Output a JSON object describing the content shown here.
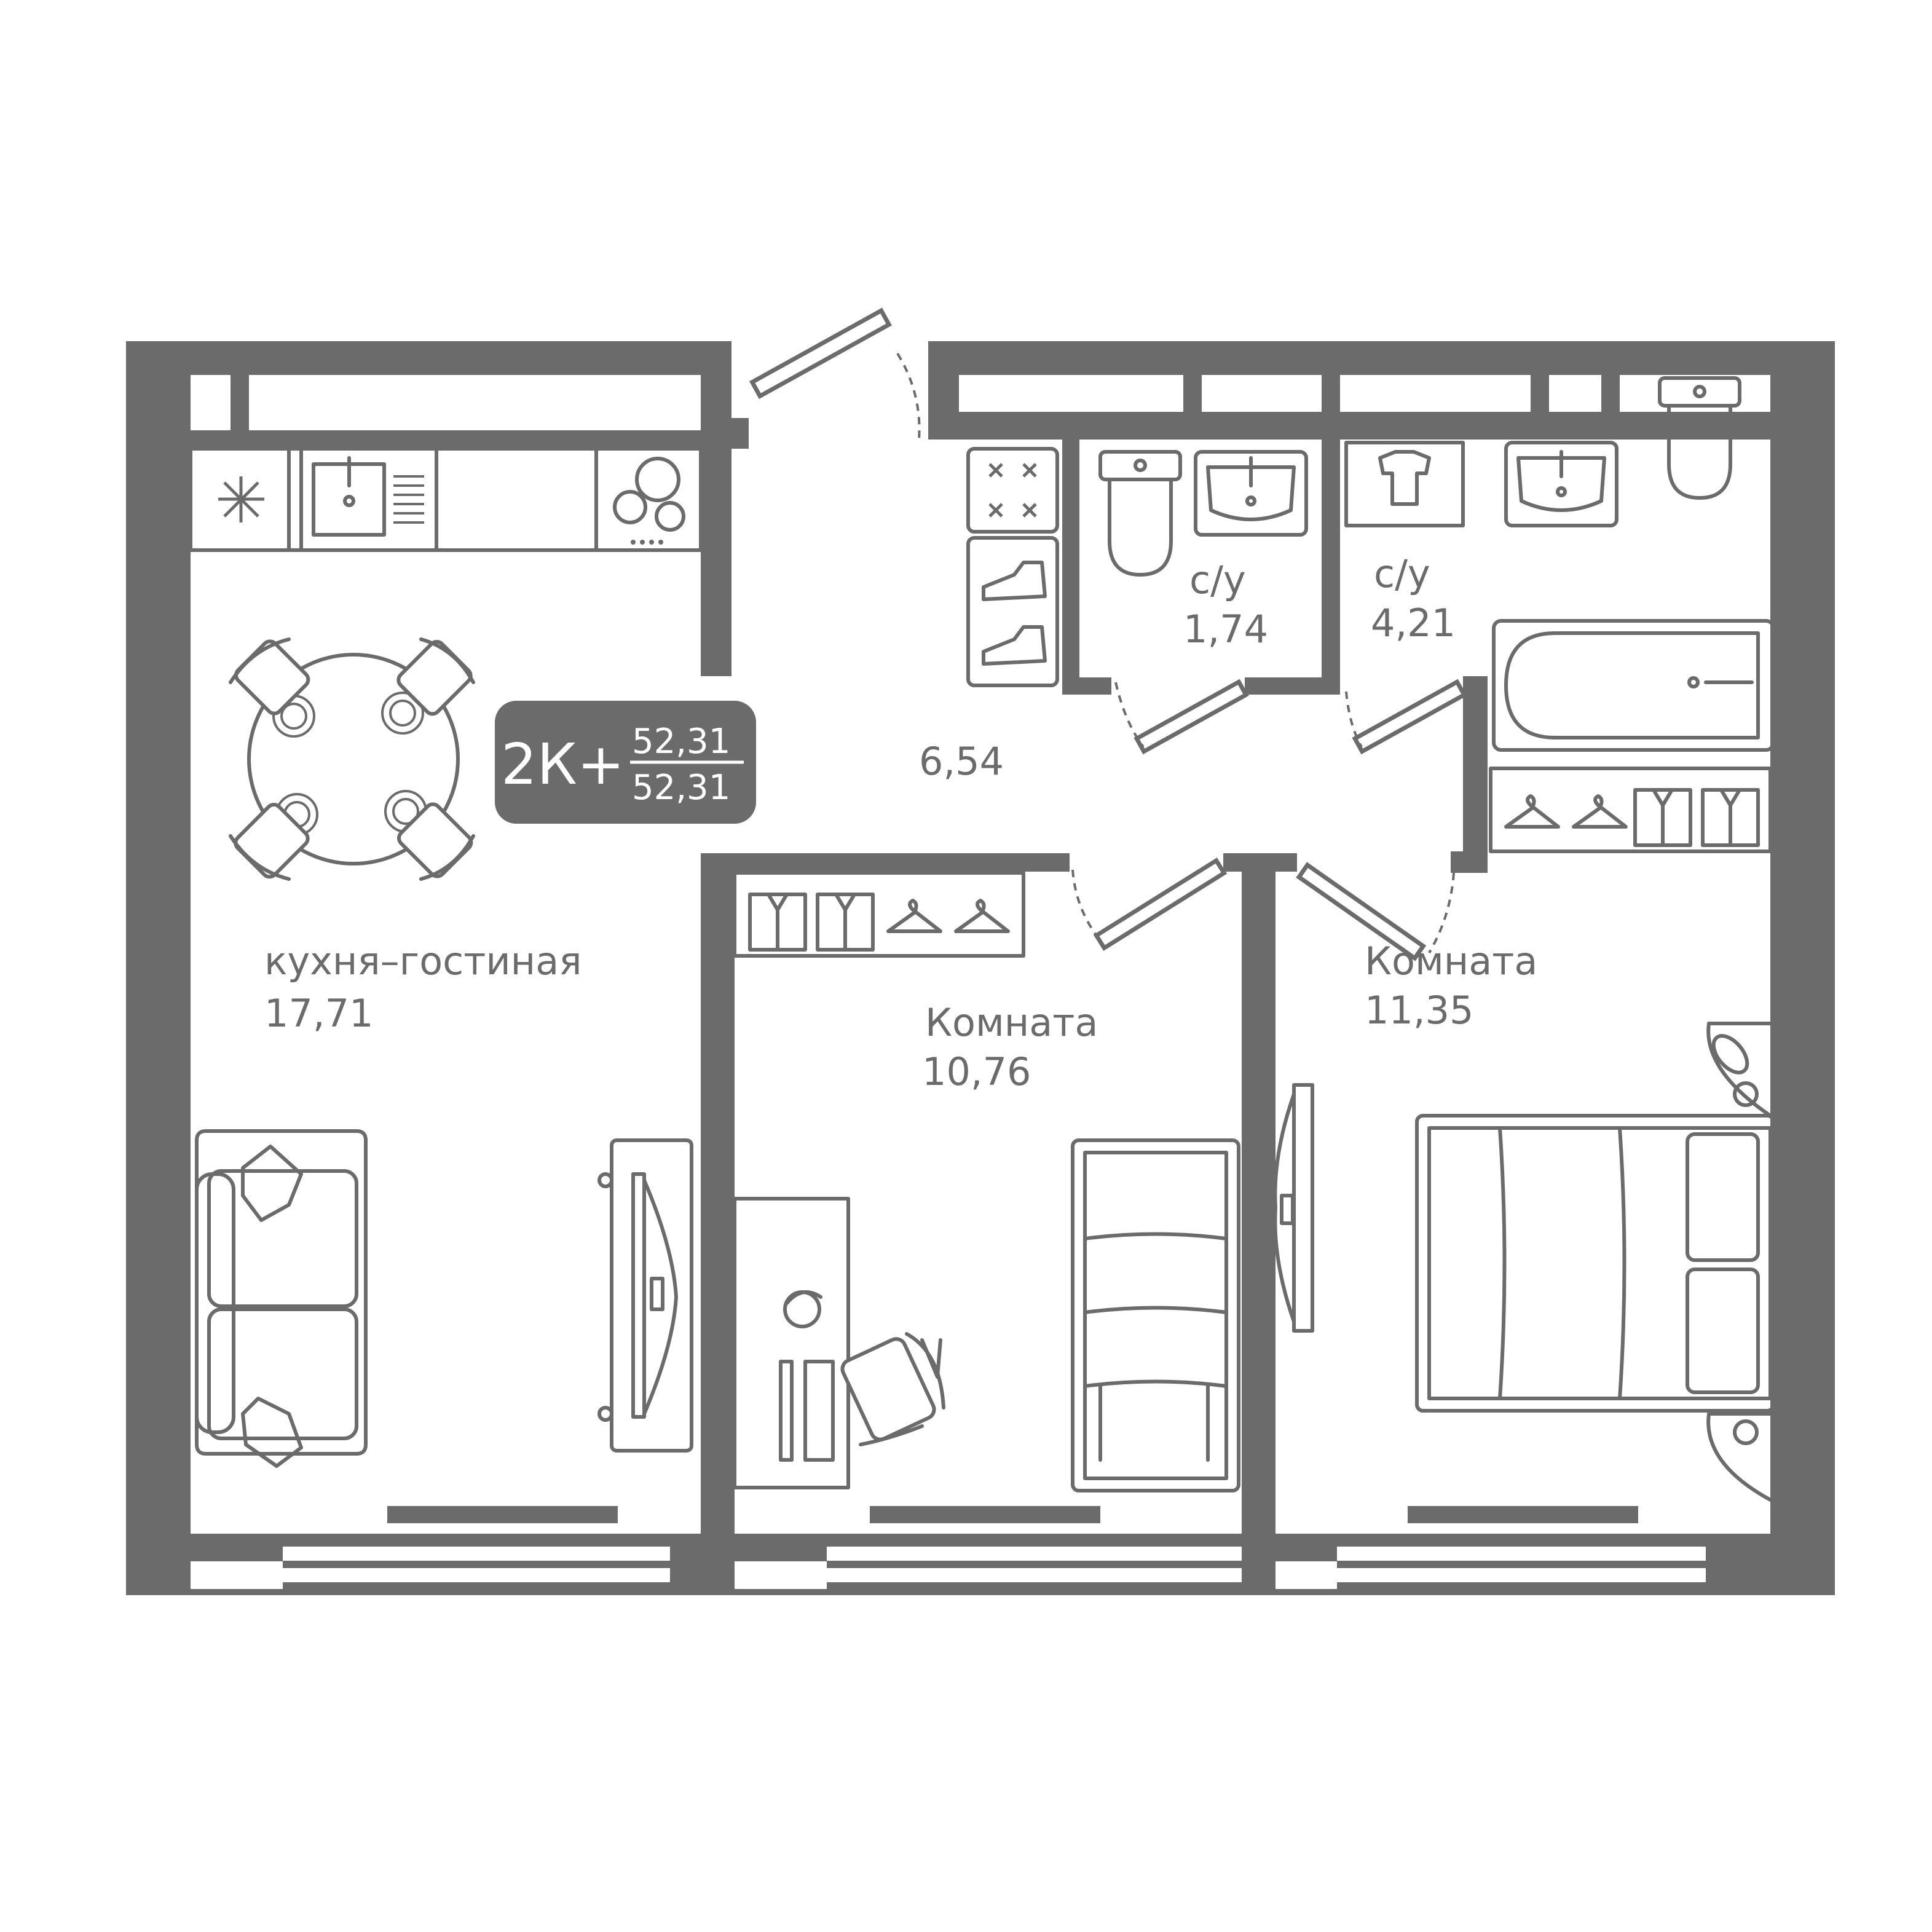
{
  "colors": {
    "wall": "#6b6b6b",
    "background": "#ffffff",
    "badge_bg": "#6b6b6b",
    "badge_text": "#ffffff"
  },
  "badge": {
    "type": "2К+",
    "area_top": "52,31",
    "area_bottom": "52,31"
  },
  "rooms": {
    "kitchen_living": {
      "name": "кухня–гостиная",
      "area": "17,71"
    },
    "hall": {
      "area": "6,54"
    },
    "bath_small": {
      "name": "с/у",
      "area": "1,74"
    },
    "bath_large": {
      "name": "с/у",
      "area": "4,21"
    },
    "room_middle": {
      "name": "Комната",
      "area": "10,76"
    },
    "room_right": {
      "name": "Комната",
      "area": "11,35"
    }
  },
  "icons": [
    "fridge-icon",
    "sink-icon",
    "stove-icon",
    "dining-table-icon",
    "sofa-icon",
    "tv-stand-icon",
    "radiator-icon",
    "window-icon",
    "door-icon",
    "wardrobe-icon",
    "shoe-cabinet-icon",
    "toilet-icon",
    "washbasin-icon",
    "washing-machine-icon",
    "bathtub-icon",
    "desk-icon",
    "office-chair-icon",
    "bunk-bed-icon",
    "double-bed-icon",
    "nightstand-icon",
    "hanger-icon",
    "shirt-icon"
  ]
}
